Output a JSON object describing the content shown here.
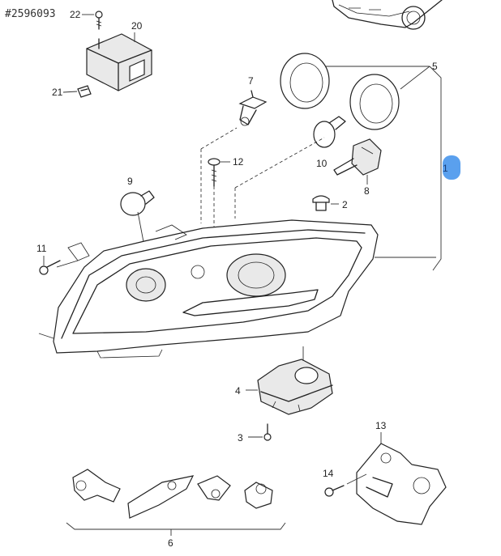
{
  "reference": "#2596093",
  "highlight_color": "#5aa0ee",
  "labels": {
    "l1": "1",
    "l2": "2",
    "l3": "3",
    "l4": "4",
    "l5": "5",
    "l6": "6",
    "l7": "7",
    "l8": "8",
    "l9": "9",
    "l10": "10",
    "l11": "11",
    "l12": "12",
    "l13": "13",
    "l14": "14",
    "l20": "20",
    "l21": "21",
    "l22": "22"
  }
}
